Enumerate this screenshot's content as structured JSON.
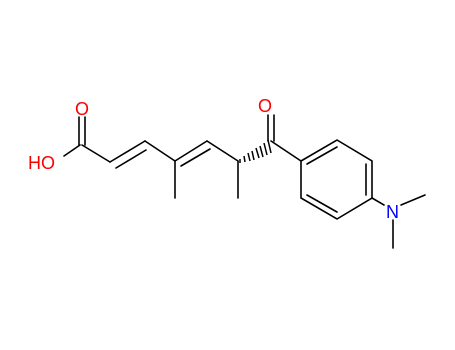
{
  "structure": {
    "atoms": {
      "hydroxyl": {
        "text": "HO",
        "color": "#ff0000"
      },
      "acid_carbonyl_oxygen": {
        "text": "O",
        "color": "#ff0000"
      },
      "ketone_oxygen": {
        "text": "O",
        "color": "#ff0000"
      },
      "amine_nitrogen": {
        "text": "N",
        "color": "#0000ff"
      }
    },
    "bond_color": "#000000"
  }
}
